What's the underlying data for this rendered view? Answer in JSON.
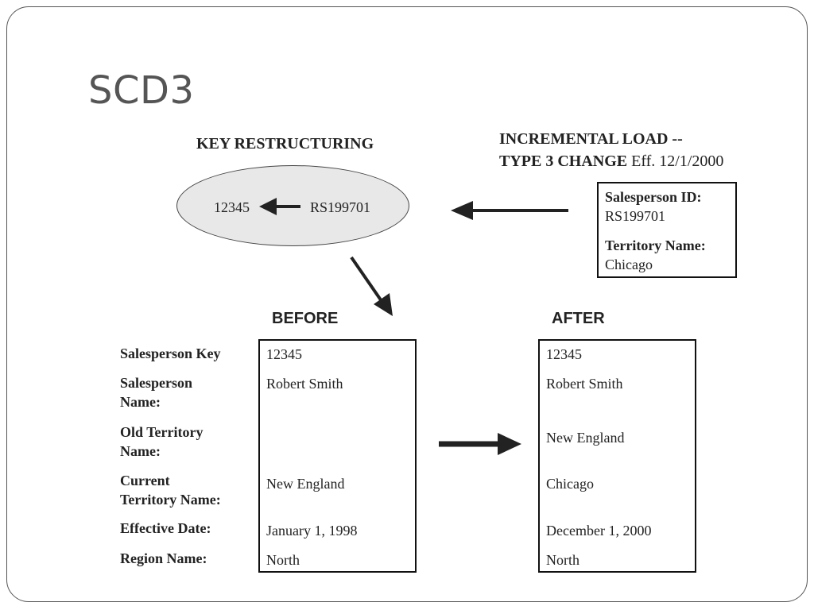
{
  "slide": {
    "title": "SCD3"
  },
  "key_restructuring": {
    "heading": "KEY RESTRUCTURING",
    "new_key": "12345",
    "old_key": "RS199701"
  },
  "incremental_load": {
    "line1": "INCREMENTAL LOAD --",
    "line2_bold": "TYPE 3 CHANGE",
    "line2_rest": " Eff. 12/1/2000",
    "id_label": "Salesperson ID:",
    "id_value": "RS199701",
    "territory_label": "Territory Name:",
    "territory_value": "Chicago"
  },
  "before_after": {
    "before_heading": "BEFORE",
    "after_heading": "AFTER",
    "row_labels": [
      "Salesperson Key",
      "Salesperson\nName:",
      "Old Territory\nName:",
      "Current\nTerritory Name:",
      "Effective Date:",
      "Region Name:"
    ],
    "before_values": [
      "12345",
      "Robert Smith",
      "",
      "New England",
      "January 1, 1998",
      "North"
    ],
    "after_values": [
      "12345",
      "Robert Smith",
      "New England",
      "Chicago",
      "December 1, 2000",
      "North"
    ]
  }
}
